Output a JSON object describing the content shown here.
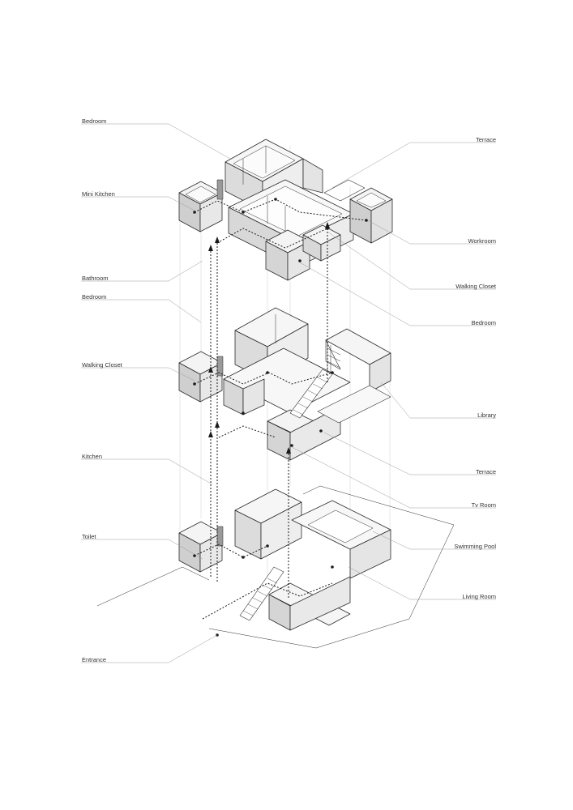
{
  "diagram": {
    "colors": {
      "line": "#2b2b2b",
      "leader": "#9a9a9a",
      "face_light": "#f4f4f4",
      "face_mid": "#e2e2e2",
      "face_dark": "#cfcfcf",
      "text": "#333333"
    },
    "labels_left": {
      "bedroom_top": "Bedroom",
      "mini_kitchen": "Mini Kitchen",
      "bathroom": "Bathroom",
      "bedroom_mid": "Bedroom",
      "walking_closet": "Walking Closet",
      "kitchen": "Kitchen",
      "toilet": "Toilet",
      "entrance": "Entrance"
    },
    "labels_right": {
      "terrace_top": "Terrace",
      "workroom": "Workroom",
      "walking_closet": "Walking Closet",
      "bedroom": "Bedroom",
      "library": "Library",
      "terrace_mid": "Terrace",
      "tv_room": "Tv Room",
      "swimming_pool": "Swimming Pool",
      "living_room": "Living Room"
    }
  }
}
